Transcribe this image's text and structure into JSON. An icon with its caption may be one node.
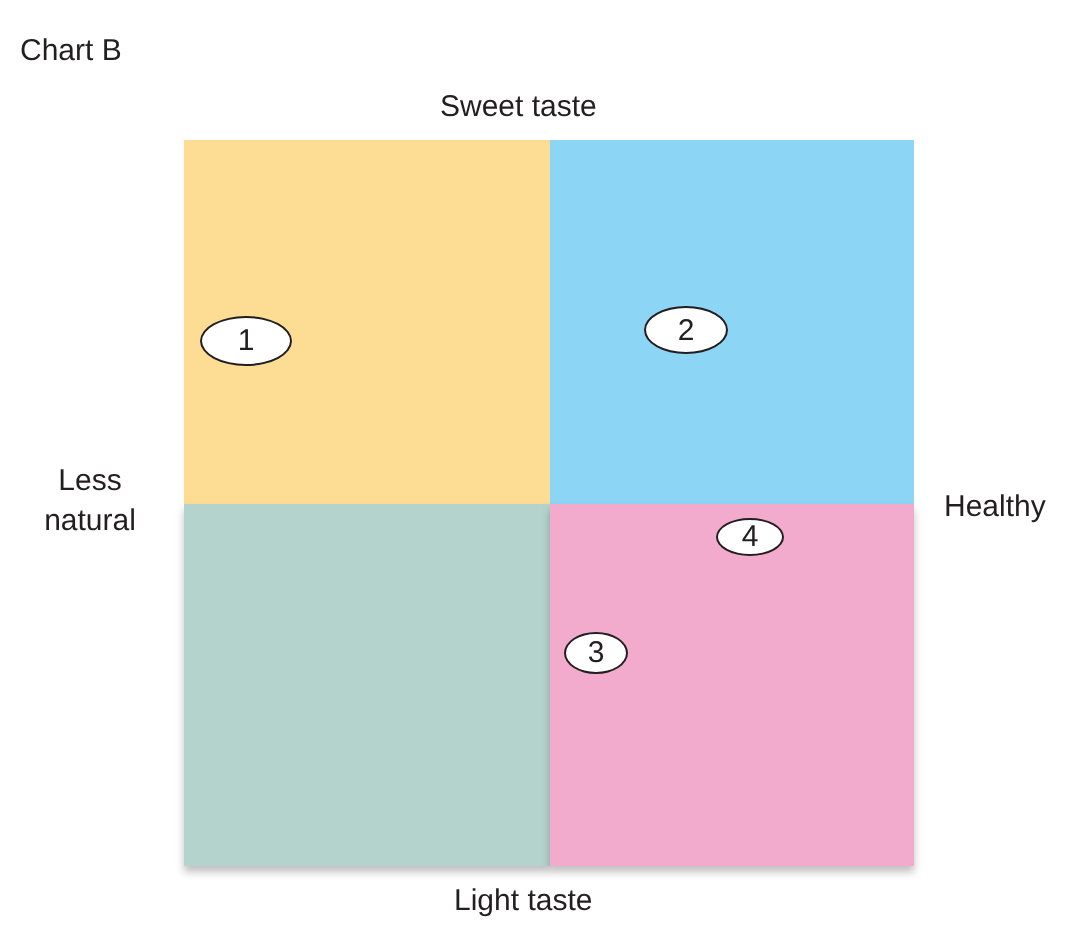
{
  "diagram": {
    "title": "Chart B",
    "nodes": [
      {
        "text": [],
        "shape": "box"
      },
      {
        "text": [],
        "shape": "box"
      },
      {
        "text": [],
        "shape": "box"
      },
      {
        "text": [],
        "shape": "box"
      },
      {
        "text": [
          "1"
        ],
        "in": 0
      },
      {
        "text": [
          "2"
        ],
        "in": 1
      },
      {
        "text": [
          "4"
        ],
        "in": 3
      },
      {
        "text": [
          "3"
        ],
        "in": 3
      }
    ],
    "labels": [
      "Sweet taste",
      "Less natural",
      "Healthy",
      "Light taste"
    ]
  }
}
